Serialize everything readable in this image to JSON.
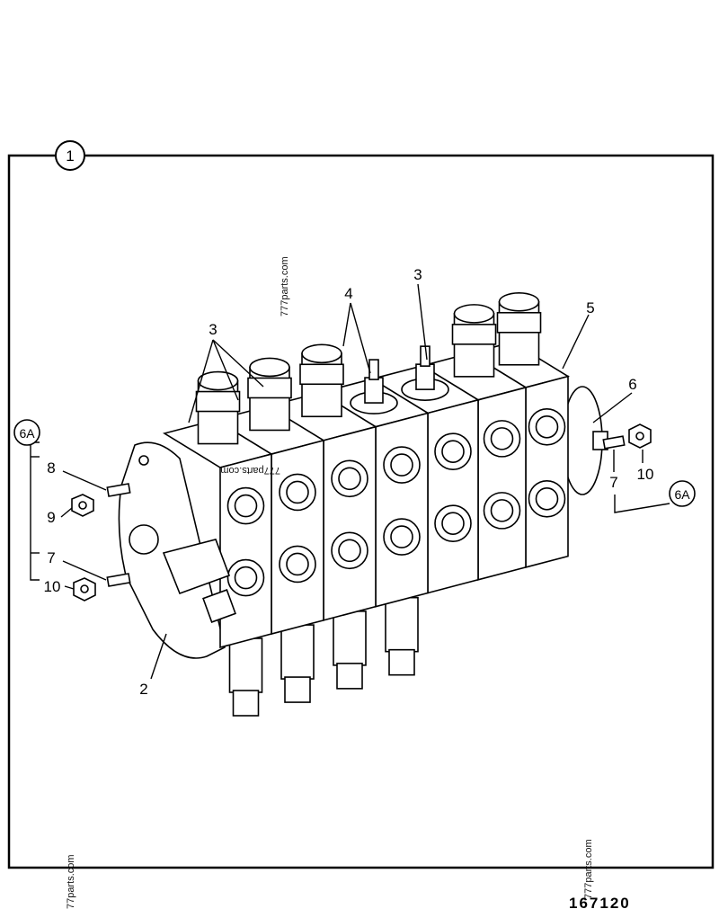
{
  "figure": {
    "view_number": "1",
    "drawing_number": "167120",
    "callouts": {
      "c3_left": "3",
      "c4": "4",
      "c3_top": "3",
      "c5": "5",
      "c6": "6",
      "c6a_left": "6A",
      "c8": "8",
      "c9": "9",
      "c7_left": "7",
      "c10_left": "10",
      "c7_right": "7",
      "c10_right": "10",
      "c6a_right": "6A",
      "c2": "2"
    },
    "watermarks": [
      "777parts.com",
      "777parts.com",
      "77parts.com",
      "777parts.com"
    ],
    "colors": {
      "ink": "#000000",
      "paper": "#ffffff"
    }
  }
}
